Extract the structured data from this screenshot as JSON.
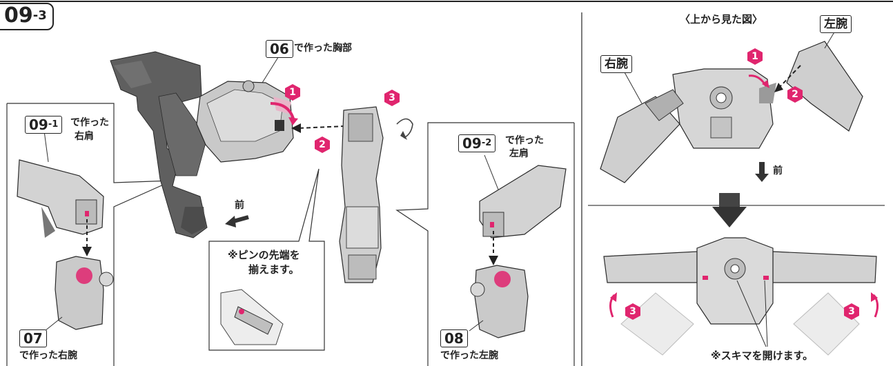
{
  "step": {
    "main": "09",
    "sub": "3"
  },
  "labels": {
    "chest": {
      "num": "06",
      "text": "で作った胸部"
    },
    "right_shoulder": {
      "num": "09",
      "sub": "1",
      "text1": "で作った",
      "text2": "右肩"
    },
    "left_shoulder": {
      "num": "09",
      "sub": "2",
      "text1": "で作った",
      "text2": "左肩"
    },
    "right_arm": {
      "num": "07",
      "text": "で作った右腕"
    },
    "left_arm": {
      "num": "08",
      "text": "で作った左腕"
    },
    "front": "前",
    "pin_note_1": "※ピンの先端を",
    "pin_note_2": "揃えます。",
    "top_view": "〈上から見た図〉",
    "right_arm_tag": "右腕",
    "left_arm_tag": "左腕",
    "front_right": "前",
    "gap_note": "※スキマを開けます。"
  },
  "markers": {
    "m1": "1",
    "m2": "2",
    "m3": "3"
  },
  "colors": {
    "accent": "#e0256e",
    "line": "#222222",
    "part": "#8d8d8d",
    "part_light": "#d4d4d4",
    "part_dark": "#5a5a5a"
  }
}
